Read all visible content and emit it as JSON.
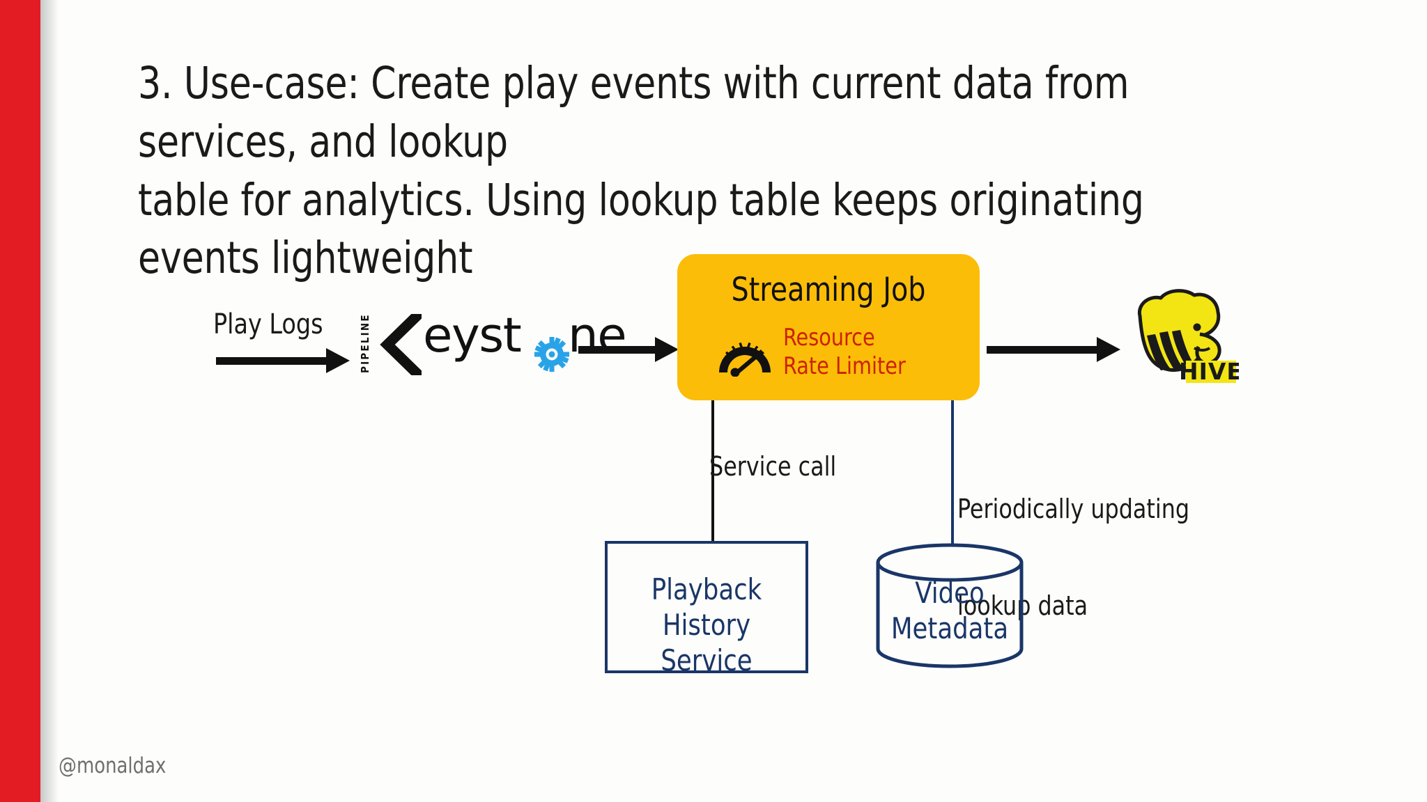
{
  "slide": {
    "background_color": "#fdfdfb",
    "accent_bar_color": "#e31b23",
    "title_line1": "3. Use-case: Create play events with current data from services, and lookup",
    "title_line2": "table for analytics. Using lookup table keeps originating events lightweight",
    "footer_handle": "@monaldax"
  },
  "diagram": {
    "input_label": "Play Logs",
    "keystone": {
      "vertical_label": "PIPELINE",
      "chevron_glyph": "K-chevron",
      "wordmark_part1": "eyst",
      "wordmark_part2": "ne",
      "gear_color": "#29a3e8",
      "gear_replaces_letter": "o"
    },
    "streaming_job": {
      "title": "Streaming Job",
      "box_color": "#fbbd08",
      "gauge_icon": "speedometer-icon",
      "feature_line1": "Resource",
      "feature_line2": "Rate Limiter",
      "feature_color": "#cc2200"
    },
    "sink": {
      "name": "HIVE",
      "logo": "apache-hive-elephant-bee-logo",
      "logo_color": "#f2e513"
    },
    "service": {
      "label_line1": "Playback",
      "label_line2": "History Service",
      "connector_label": "Service call",
      "border_color": "#1a3668"
    },
    "datastore": {
      "label_line1": "Video",
      "label_line2": "Metadata",
      "connector_label_line1": "Periodically updating",
      "connector_label_line2": "lookup data",
      "border_color": "#1a3668"
    }
  }
}
